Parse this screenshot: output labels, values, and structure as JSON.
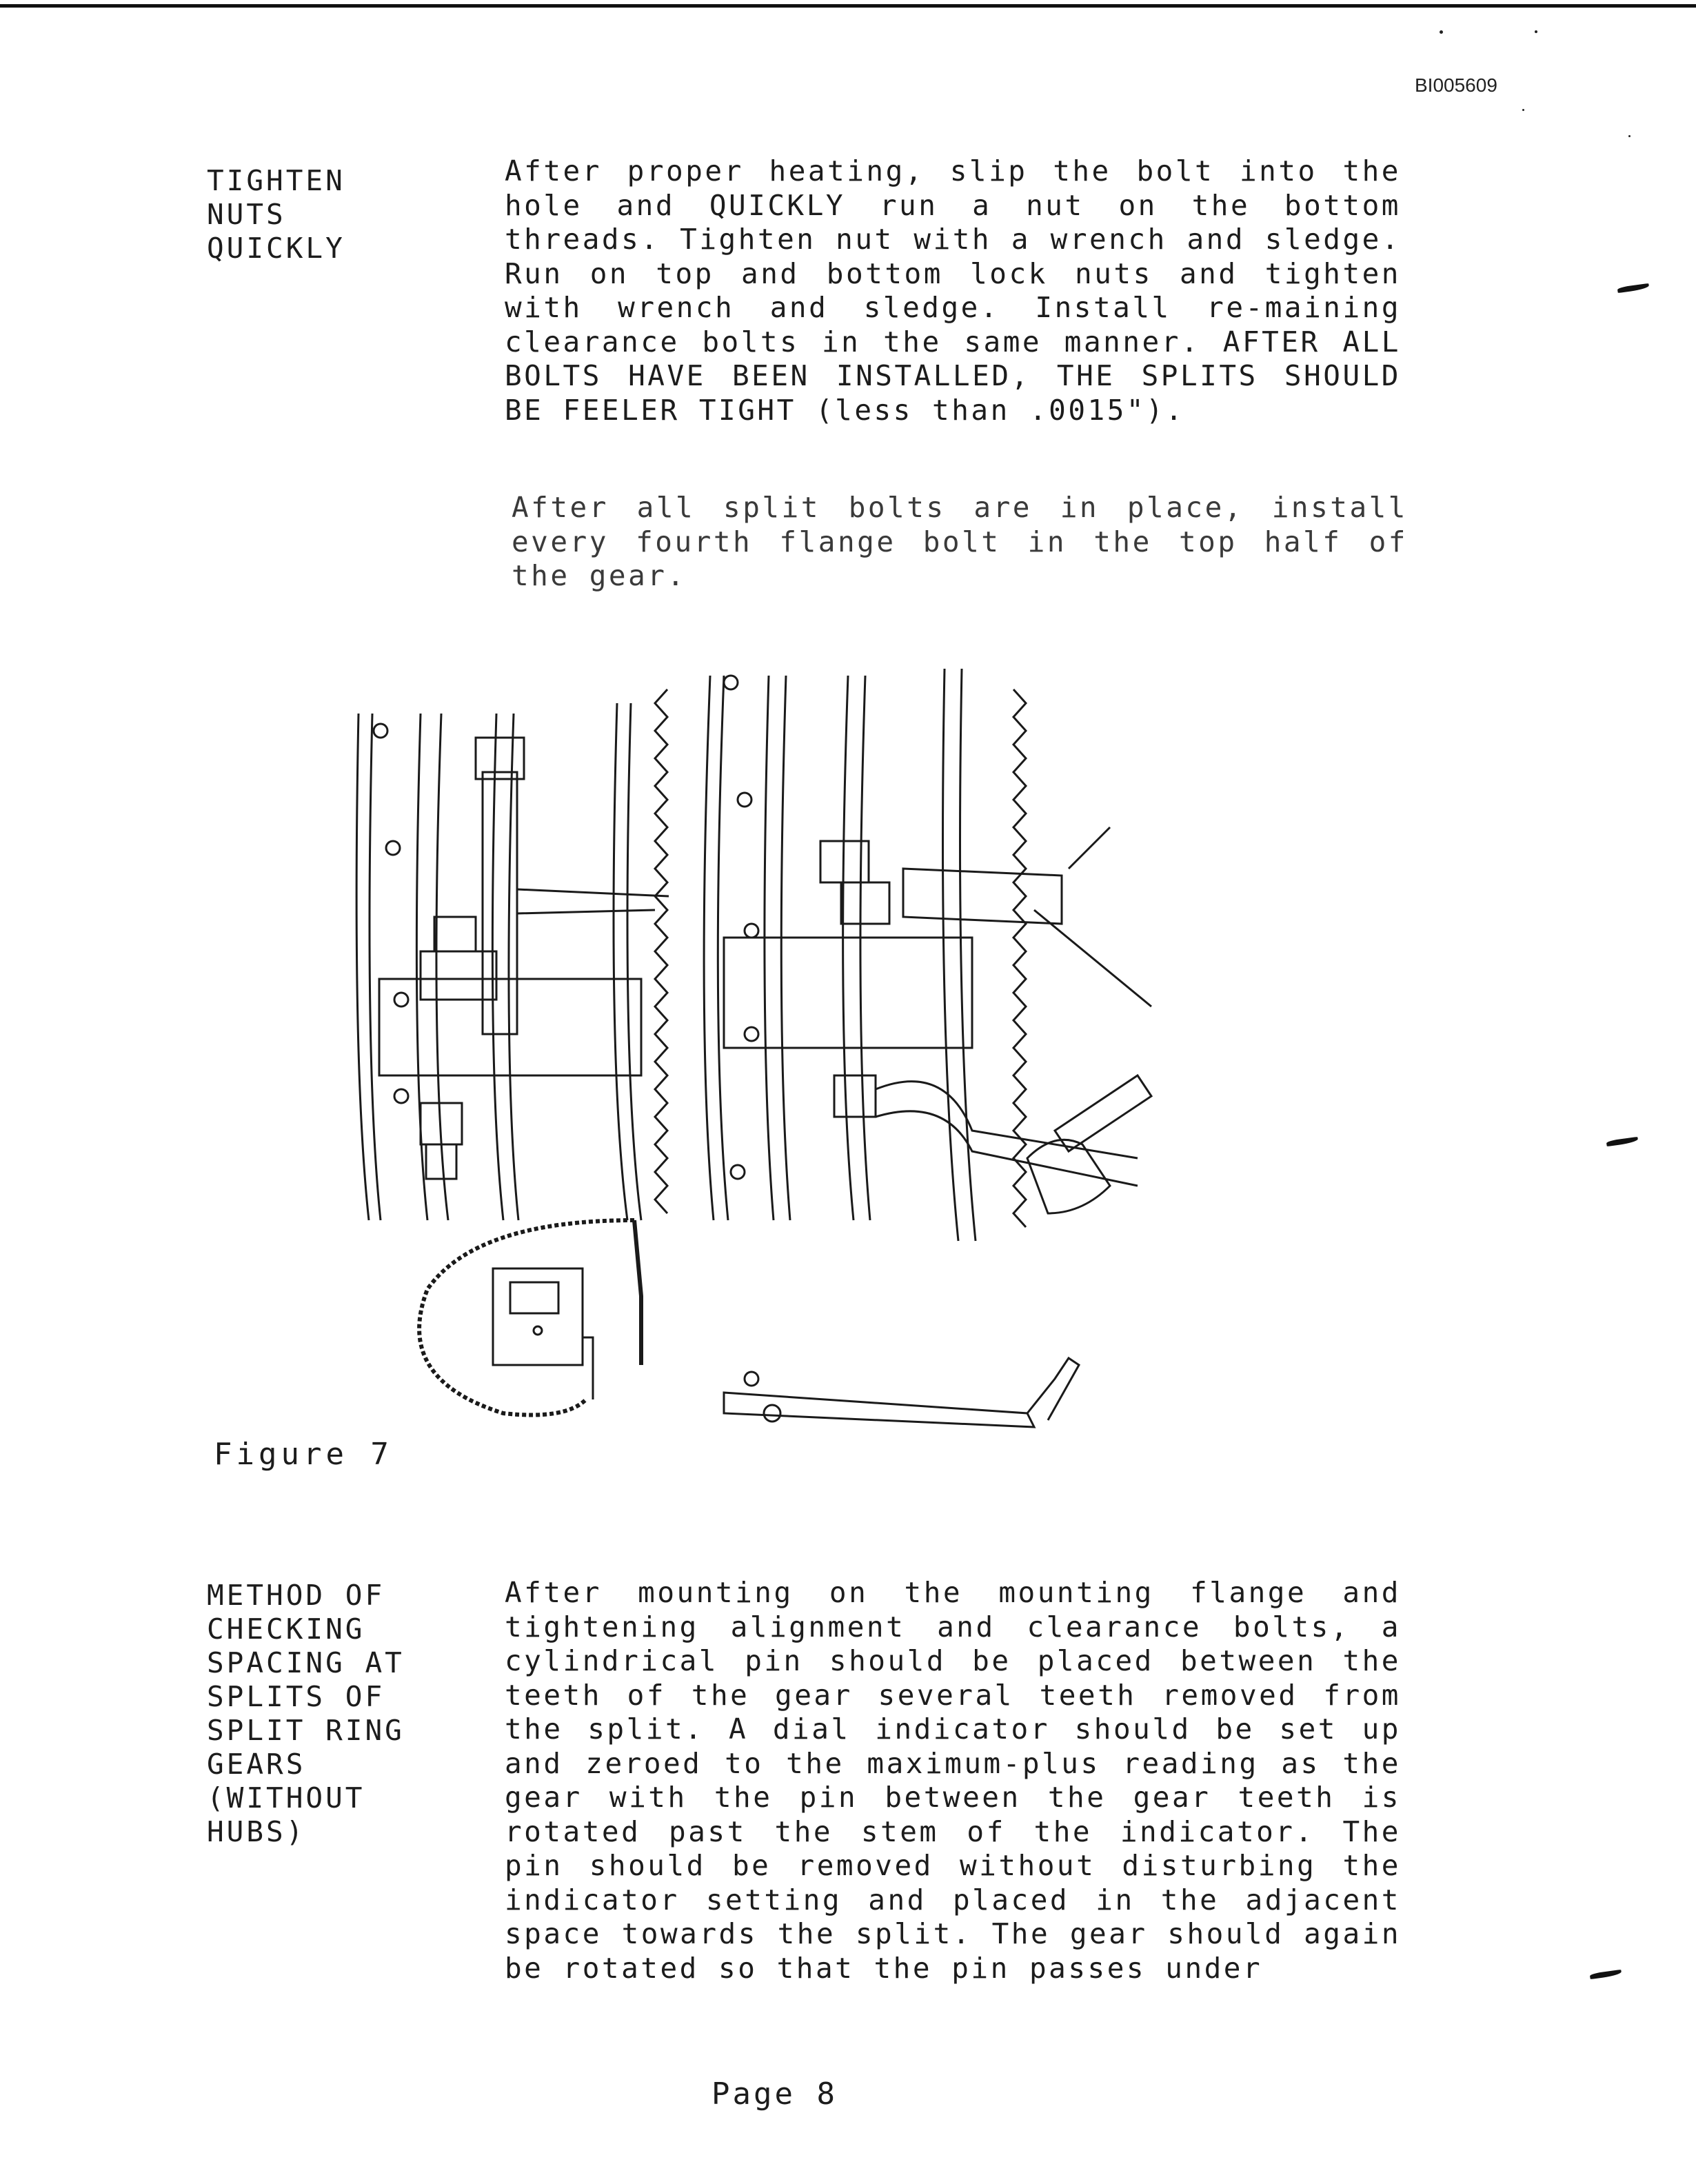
{
  "header": {
    "doc_id": "BI005609"
  },
  "sections": [
    {
      "side_heading": "TIGHTEN\nNUTS\nQUICKLY",
      "paragraphs": [
        "After proper heating, slip the bolt into the hole and QUICKLY run a nut on the bottom threads. Tighten nut with a wrench and sledge. Run on top and bottom lock nuts and tighten with wrench and sledge. Install re-maining clearance bolts in the same manner. AFTER ALL BOLTS HAVE BEEN INSTALLED, THE SPLITS SHOULD BE FEELER TIGHT (less than .0015\").",
        "After all split bolts are in place, install every fourth flange bolt in the top half of the gear."
      ]
    },
    {
      "side_heading": "METHOD OF\nCHECKING\nSPACING AT\nSPLITS OF\nSPLIT RING\nGEARS\n(WITHOUT\nHUBS)",
      "paragraphs": [
        "After mounting on the mounting flange and tightening alignment and clearance bolts, a cylindrical pin should be placed between the teeth of the gear several teeth removed from the split. A dial indicator should be set up and zeroed to the maximum-plus reading as the gear with the pin between the gear teeth is rotated past the stem of the indicator. The pin should be removed without disturbing the indicator setting and placed in the adjacent space towards the split. The gear should again be rotated so that the pin passes under"
      ]
    }
  ],
  "figure": {
    "caption": "Figure 7"
  },
  "footer": {
    "page_label": "Page 8"
  }
}
